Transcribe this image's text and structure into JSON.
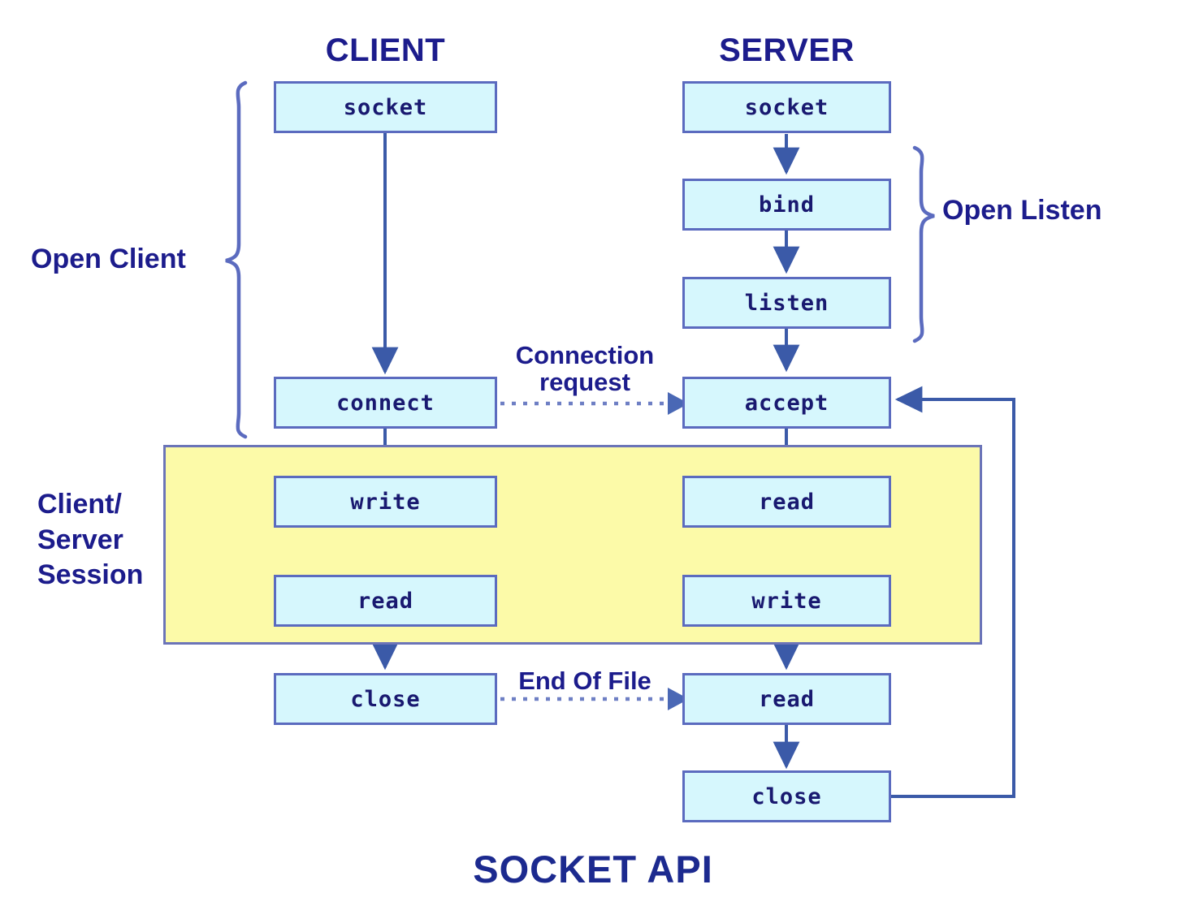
{
  "diagram": {
    "title": "SOCKET API",
    "columns": [
      {
        "id": "client",
        "label": "CLIENT"
      },
      {
        "id": "server",
        "label": "SERVER"
      }
    ],
    "group_labels": [
      {
        "id": "open-client",
        "label": "Open Client"
      },
      {
        "id": "open-listen",
        "label": "Open Listen"
      },
      {
        "id": "client-server-session",
        "label": "Client/\nServer\nSession"
      }
    ],
    "edge_labels": [
      {
        "id": "connection-request",
        "label": "Connection\nrequest"
      },
      {
        "id": "end-of-file",
        "label": "End Of File"
      }
    ],
    "nodes": [
      {
        "id": "client-socket",
        "column": "client",
        "label": "socket"
      },
      {
        "id": "client-connect",
        "column": "client",
        "label": "connect"
      },
      {
        "id": "client-write",
        "column": "client",
        "label": "write"
      },
      {
        "id": "client-read",
        "column": "client",
        "label": "read"
      },
      {
        "id": "client-close",
        "column": "client",
        "label": "close"
      },
      {
        "id": "server-socket",
        "column": "server",
        "label": "socket"
      },
      {
        "id": "server-bind",
        "column": "server",
        "label": "bind"
      },
      {
        "id": "server-listen",
        "column": "server",
        "label": "listen"
      },
      {
        "id": "server-accept",
        "column": "server",
        "label": "accept"
      },
      {
        "id": "server-read",
        "column": "server",
        "label": "read"
      },
      {
        "id": "server-write",
        "column": "server",
        "label": "write"
      },
      {
        "id": "server-read2",
        "column": "server",
        "label": "read"
      },
      {
        "id": "server-close",
        "column": "server",
        "label": "close"
      }
    ],
    "colors": {
      "box_fill": "#d6f7fd",
      "box_border": "#5b6bbf",
      "session_fill": "#fcfaa8",
      "session_border": "#6b74b8",
      "text": "#191970",
      "heading": "#1c1c8c",
      "connector": "#3b5aa8",
      "dotted_connector": "#6e7fc4"
    }
  }
}
